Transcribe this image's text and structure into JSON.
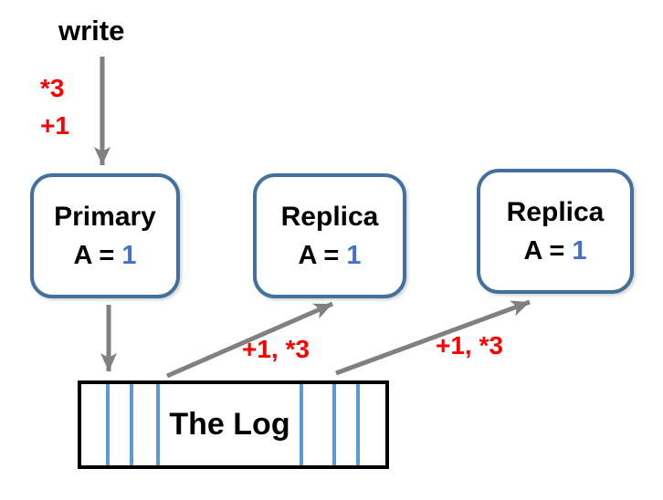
{
  "write": {
    "label": "write",
    "ops": [
      "*3",
      "+1"
    ]
  },
  "nodes": [
    {
      "title": "Primary",
      "state_prefix": "A = ",
      "value": "1"
    },
    {
      "title": "Replica",
      "state_prefix": "A = ",
      "value": "1"
    },
    {
      "title": "Replica",
      "state_prefix": "A = ",
      "value": "1"
    }
  ],
  "log": {
    "label": "The Log",
    "entry_count": 6
  },
  "replication": {
    "labels": [
      "+1, *3",
      "+1, *3"
    ]
  },
  "colors": {
    "node_border_blue": "#41719C",
    "value_blue": "#4472C4",
    "log_tick_blue": "#5B9BD5",
    "op_red": "#FF0000",
    "arrow_gray": "#808080",
    "log_border_black": "#000000",
    "background": "#FFFFFF"
  }
}
